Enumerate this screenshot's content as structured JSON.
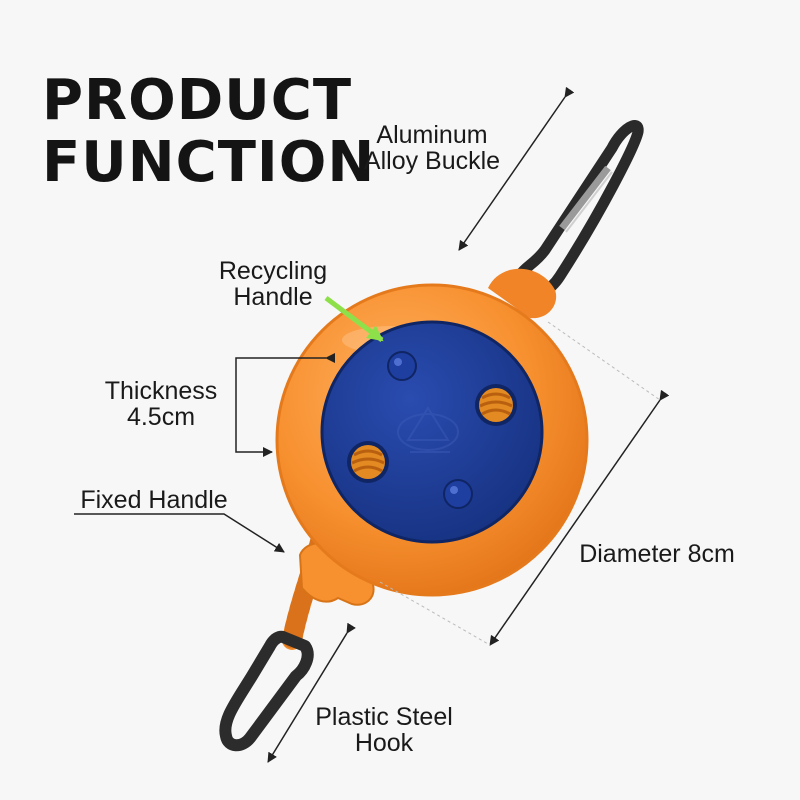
{
  "title": {
    "line1": "PRODUCT",
    "line2": "FUNCTION"
  },
  "labels": {
    "buckle": {
      "line1": "Aluminum",
      "line2": "Alloy Buckle"
    },
    "recycling_handle": {
      "line1": "Recycling",
      "line2": "Handle"
    },
    "thickness": {
      "line1": "Thickness",
      "line2": "4.5cm"
    },
    "fixed_handle": "Fixed Handle",
    "diameter": "Diameter 8cm",
    "hook": {
      "line1": "Plastic Steel",
      "line2": "Hook"
    }
  },
  "colors": {
    "body_orange": "#f7902f",
    "face_blue": "#1c3a92",
    "rope_orange": "#f08a2a",
    "arrow_green": "#8ee04a",
    "carabiner": "#2a2a2a"
  }
}
